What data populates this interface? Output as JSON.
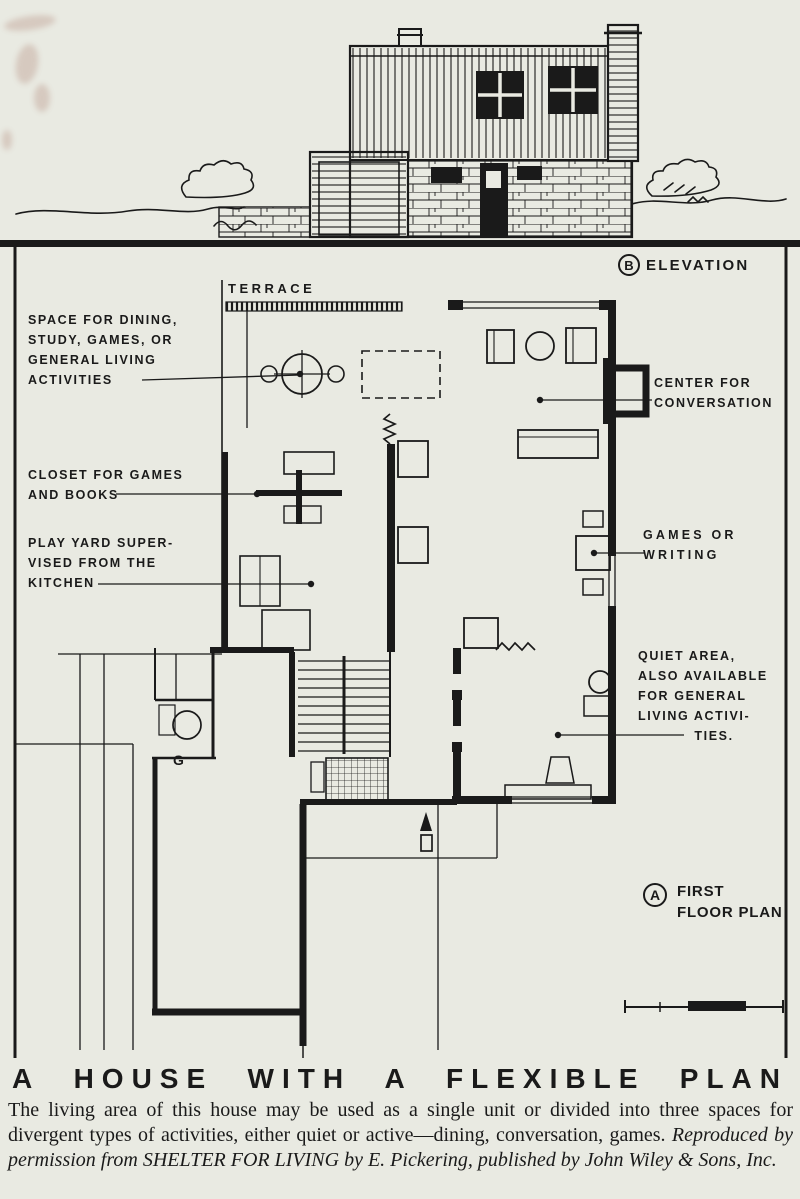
{
  "page": {
    "background": "#e9eae2",
    "ink": "#1a1a1a"
  },
  "elevation": {
    "badge": "B",
    "label": "ELEVATION"
  },
  "plan": {
    "terrace": "TERRACE",
    "garage_letter": "G",
    "badge": "A",
    "caption": "FIRST\nFLOOR PLAN",
    "annotations": {
      "dining": "SPACE FOR DINING,\nSTUDY, GAMES, OR\nGENERAL LIVING\nACTIVITIES",
      "closet": "CLOSET FOR GAMES\nAND BOOKS",
      "play_yard": "PLAY YARD SUPER-\nVISED FROM THE\nKITCHEN",
      "conversation": "CENTER FOR\nCONVERSATION",
      "games": "GAMES OR\nWRITING",
      "quiet": "QUIET AREA,\nALSO AVAILABLE\nFOR GENERAL\nLIVING ACTIVI-\n    TIES."
    }
  },
  "title": "A HOUSE WITH A FLEXIBLE PLAN",
  "caption": {
    "body": "The living area of this house may be used as a single unit or divided into three spaces for divergent types of activities, either quiet or active—dining, conversation, games. ",
    "credit": "Reproduced by permission from SHELTER FOR LIVING by E. Pickering, published by John Wiley & Sons, Inc."
  }
}
